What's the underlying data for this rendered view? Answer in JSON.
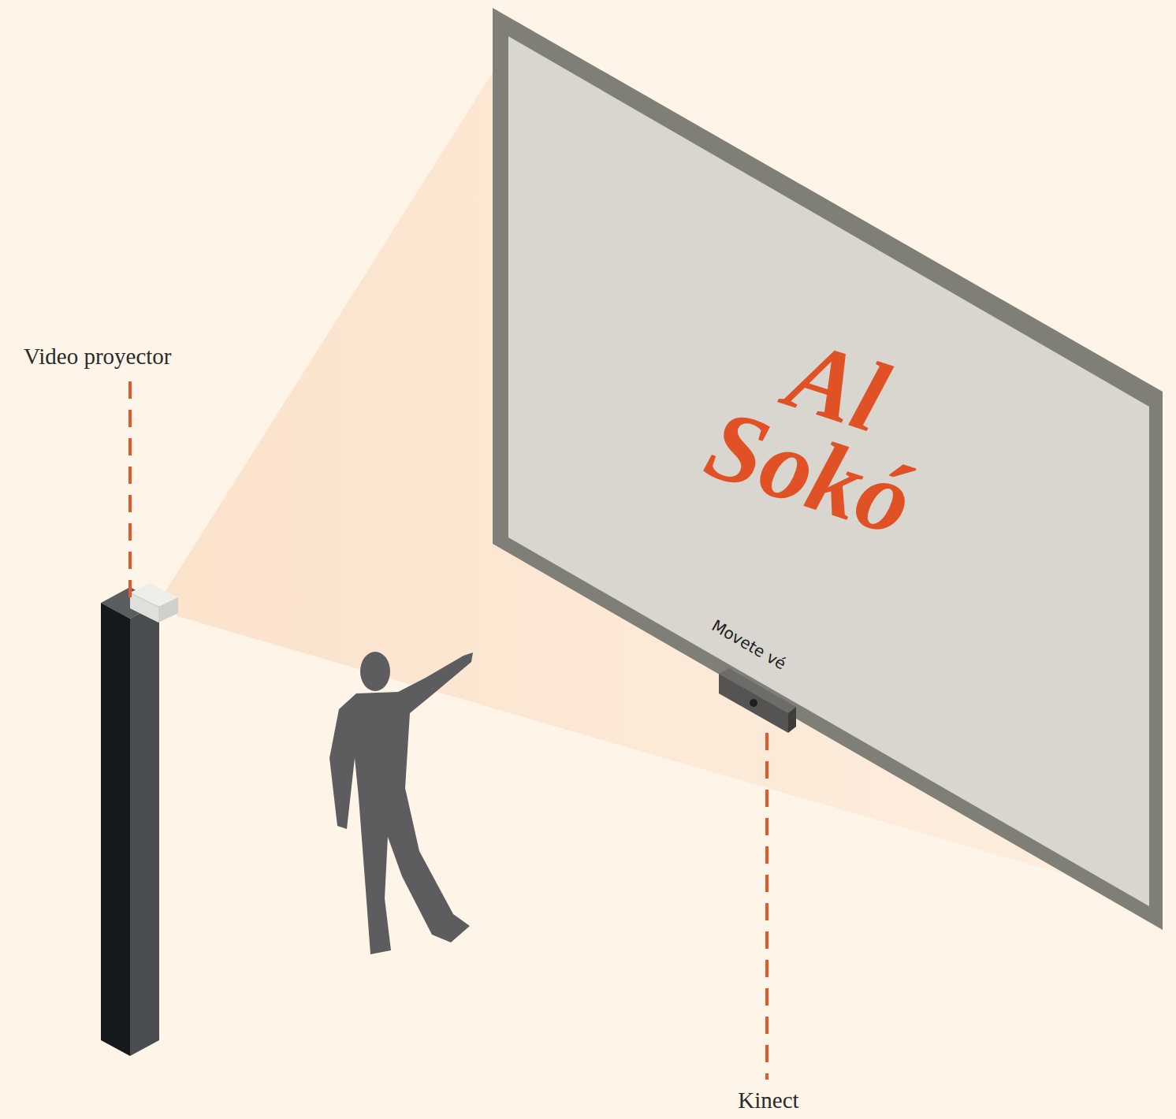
{
  "diagram": {
    "nodes": [
      {
        "text": [
          "Al Sokó",
          "Movete vé"
        ]
      }
    ],
    "labels": [
      "Video proyector",
      "Kinect"
    ]
  }
}
